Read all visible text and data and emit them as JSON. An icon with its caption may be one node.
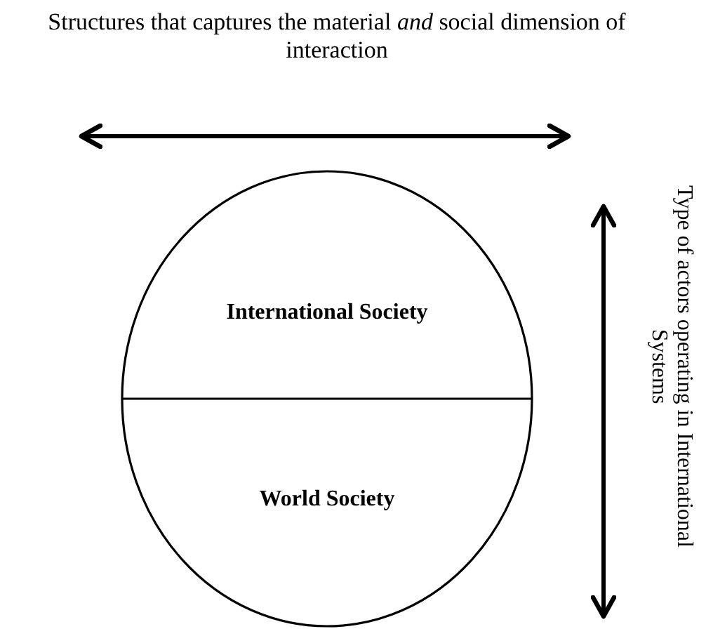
{
  "diagram": {
    "nodes": [
      {
        "text": [
          "International Society"
        ]
      },
      {
        "text": [
          "World Society"
        ]
      }
    ],
    "labels": [
      "Structures that captures the material *and* social dimension of interaction",
      "Type of actors operating in International Systems"
    ]
  }
}
